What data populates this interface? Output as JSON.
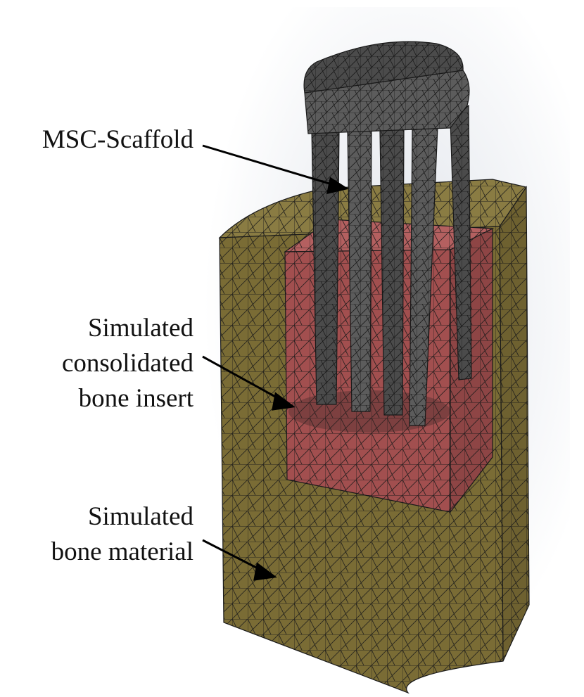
{
  "labels": {
    "scaffold": [
      "MSC-Scaffold"
    ],
    "insert": [
      "Simulated",
      "consolidated",
      "bone insert"
    ],
    "bone": [
      "Simulated",
      "bone material"
    ]
  },
  "colors": {
    "background_glow": "#dfe3ea",
    "bone_front": "#7a6c35",
    "bone_side": "#6e6130",
    "bone_top": "#8a7c43",
    "insert_front": "#a24f4f",
    "insert_side": "#8e4545",
    "insert_top": "#b46060",
    "scaffold": "#4b4b4b",
    "scaffold_light": "#5c5c5c",
    "mesh_line": "#1a1a1a",
    "leader_line": "#000000"
  }
}
